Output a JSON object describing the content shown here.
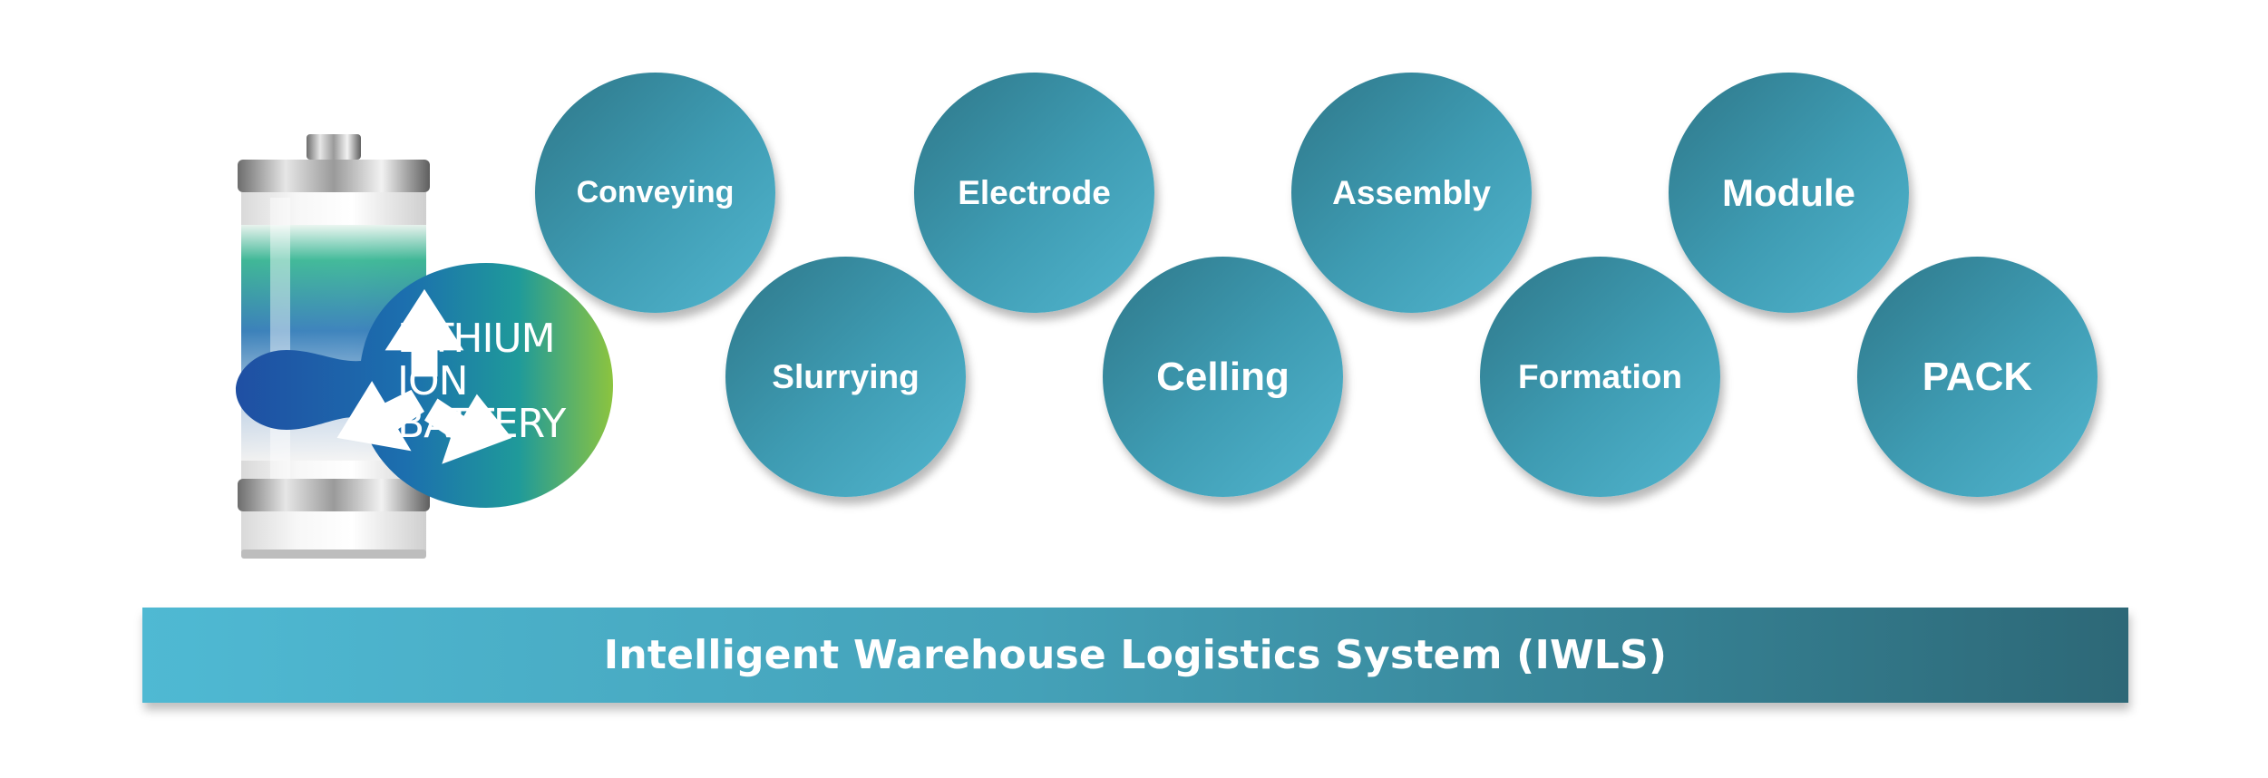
{
  "battery": {
    "logo_lines": [
      "LITHIUM",
      "ION",
      "BATTERY"
    ]
  },
  "steps": [
    {
      "label": "Conveying"
    },
    {
      "label": "Slurrying"
    },
    {
      "label": "Electrode"
    },
    {
      "label": "Celling"
    },
    {
      "label": "Assembly"
    },
    {
      "label": "Formation"
    },
    {
      "label": "Module"
    },
    {
      "label": "PACK"
    }
  ],
  "iwls": {
    "label": "Intelligent Warehouse Logistics System (IWLS)"
  },
  "colors": {
    "circle_light": "#52b6cf",
    "circle_dark": "#2e7789",
    "bar_light": "#4fb9d3",
    "bar_dark": "#2d6877",
    "logo_blue": "#1f4fa3",
    "logo_green": "#8cc43f"
  }
}
